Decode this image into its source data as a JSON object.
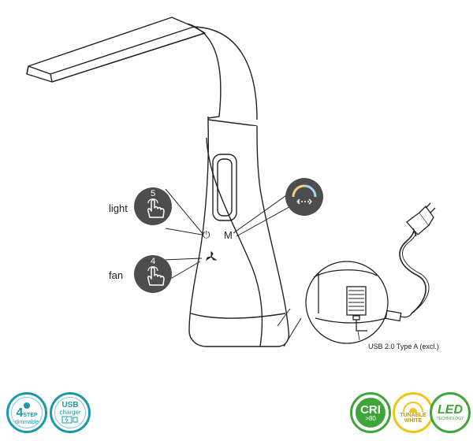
{
  "labels": {
    "light": "light",
    "fan": "fan",
    "power_symbol": "⏻",
    "mode_symbol": "M",
    "light_steps": "5",
    "fan_steps": "4",
    "usb_caption": "USB 2.0 Type A (excl.)"
  },
  "badges": {
    "step": {
      "big": "4",
      "line1": "STEP",
      "line2": "dimmable"
    },
    "usb": {
      "line1": "USB",
      "line2": "charger"
    },
    "cri": {
      "main": "CRI",
      "sub": ">80"
    },
    "tunable": {
      "line1": "TUNABLE",
      "line2": "WHITE"
    },
    "led": {
      "main": "LED",
      "sub": "TECHNOLOGY"
    }
  },
  "colors": {
    "outline": "#222222",
    "teal": "#1a9aa7",
    "green": "#3fa53a",
    "yellow": "#f2c418",
    "warm": "#f5d27a",
    "cool": "#a9d4ec",
    "dark_circle": "#4d4d4d"
  },
  "icons": [
    "hand-press-icon",
    "power-icon",
    "fan-icon",
    "color-temperature-icon",
    "usb-adapter-icon"
  ]
}
